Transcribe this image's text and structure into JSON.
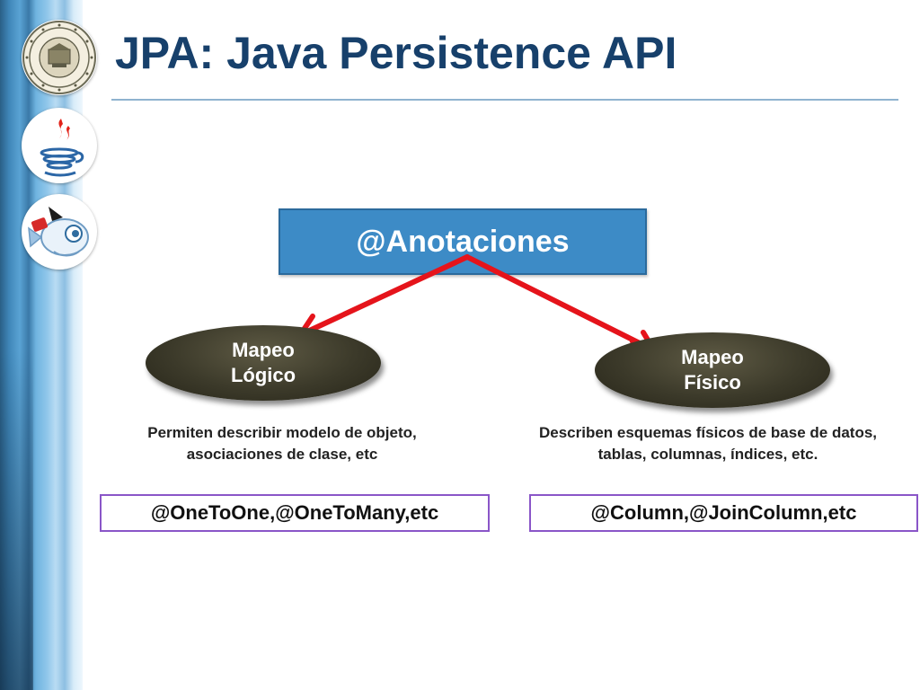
{
  "slide": {
    "title": "JPA: Java Persistence API"
  },
  "diagram": {
    "root": "@Anotaciones",
    "left": {
      "line1": "Mapeo",
      "line2": "Lógico",
      "description_line1": "Permiten describir modelo de objeto,",
      "description_line2": "asociaciones de clase, etc",
      "example": "@OneToOne,@OneToMany,etc"
    },
    "right": {
      "line1": "Mapeo",
      "line2": "Físico",
      "description_line1": "Describen esquemas físicos de base de datos,",
      "description_line2": "tablas, columnas, índices, etc.",
      "example": "@Column,@JoinColumn,etc"
    }
  },
  "icons": {
    "logo_top": "university-seal-icon",
    "logo_middle": "java-cup-icon",
    "logo_bottom": "glassfish-mascot-icon"
  },
  "colors": {
    "title": "#17406b",
    "root_box": "#3d8bc6",
    "ellipse": "#3c3a2a",
    "arrow": "#e5141b",
    "code_border": "#8a56c8"
  }
}
